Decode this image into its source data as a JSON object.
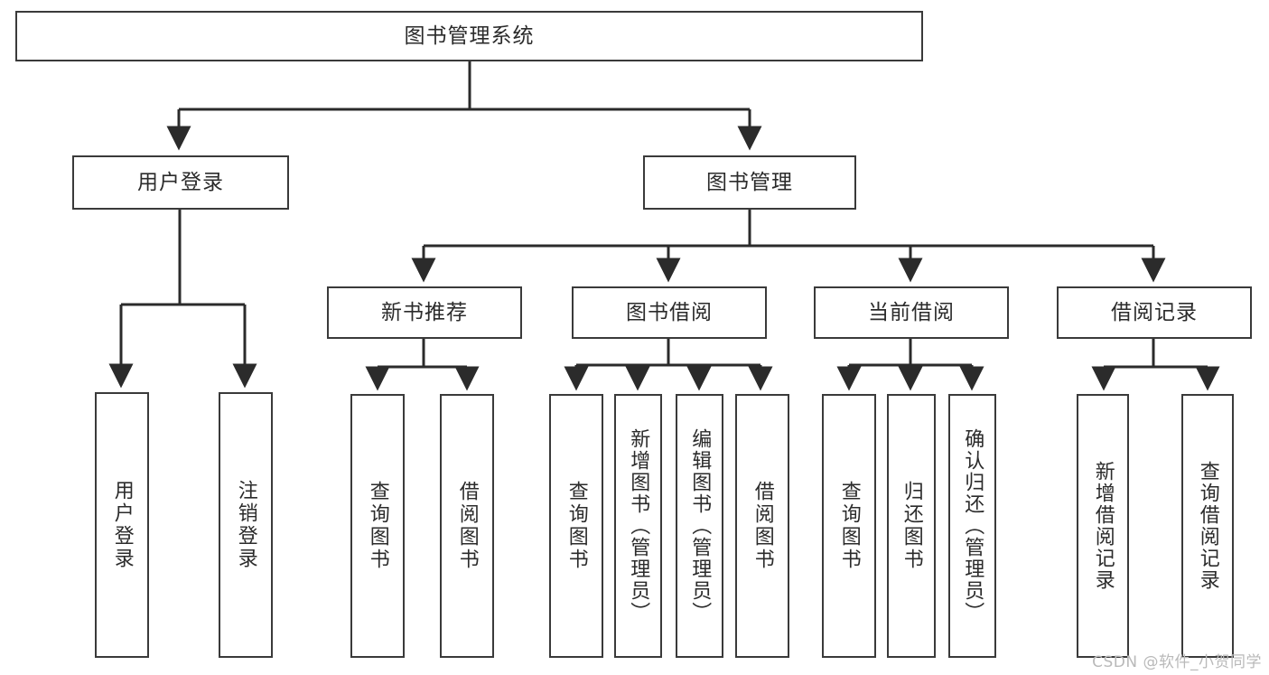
{
  "diagram": {
    "type": "tree-hierarchy-chart",
    "title_node": {
      "id": "root",
      "label": "图书管理系统"
    },
    "level2": [
      {
        "id": "user-login",
        "label": "用户登录"
      },
      {
        "id": "book-manage",
        "label": "图书管理"
      }
    ],
    "level3": [
      {
        "id": "new-book-rec",
        "label": "新书推荐",
        "parent": "book-manage"
      },
      {
        "id": "book-borrow",
        "label": "图书借阅",
        "parent": "book-manage"
      },
      {
        "id": "current-borrow",
        "label": "当前借阅",
        "parent": "book-manage"
      },
      {
        "id": "borrow-record",
        "label": "借阅记录",
        "parent": "book-manage"
      }
    ],
    "leaves": [
      {
        "id": "leaf-user-login",
        "label": "用户登录",
        "parent": "user-login"
      },
      {
        "id": "leaf-user-logout",
        "label": "注销登录",
        "parent": "user-login"
      },
      {
        "id": "leaf-query-book-1",
        "label": "查询图书",
        "parent": "new-book-rec"
      },
      {
        "id": "leaf-borrow-book-1",
        "label": "借阅图书",
        "parent": "new-book-rec"
      },
      {
        "id": "leaf-query-book-2",
        "label": "查询图书",
        "parent": "book-borrow"
      },
      {
        "id": "leaf-add-book",
        "label": "新增图书（管理员）",
        "parent": "book-borrow"
      },
      {
        "id": "leaf-edit-book",
        "label": "编辑图书（管理员）",
        "parent": "book-borrow"
      },
      {
        "id": "leaf-borrow-book-2",
        "label": "借阅图书",
        "parent": "book-borrow"
      },
      {
        "id": "leaf-query-book-3",
        "label": "查询图书",
        "parent": "current-borrow"
      },
      {
        "id": "leaf-return-book",
        "label": "归还图书",
        "parent": "current-borrow"
      },
      {
        "id": "leaf-confirm-return",
        "label": "确认归还（管理员）",
        "parent": "current-borrow"
      },
      {
        "id": "leaf-add-record",
        "label": "新增借阅记录",
        "parent": "borrow-record"
      },
      {
        "id": "leaf-query-record",
        "label": "查询借阅记录",
        "parent": "borrow-record"
      }
    ],
    "colors": {
      "stroke": "#3a3a3a",
      "box_fill": "#ffffff",
      "text": "#2b2b2b",
      "background": "#ffffff",
      "watermark": "#b9b9b9"
    }
  },
  "watermark": {
    "text": "CSDN @软件_小贺同学"
  }
}
